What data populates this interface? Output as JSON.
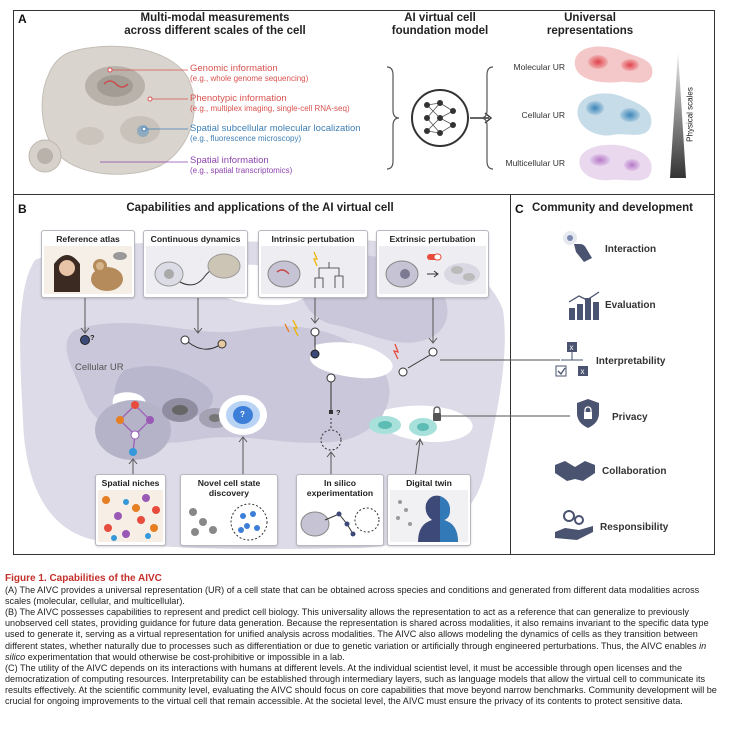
{
  "panelA": {
    "letter": "A",
    "title_line1": "Multi-modal measurements",
    "title_line2": "across different scales of the cell",
    "model_title_line1": "AI virtual cell",
    "model_title_line2": "foundation model",
    "ur_title_line1": "Universal",
    "ur_title_line2": "representations",
    "info": [
      {
        "title": "Genomic information",
        "sub": "(e.g., whole genome sequencing)",
        "color": "#d9534f"
      },
      {
        "title": "Phenotypic information",
        "sub": "(e.g., multiplex imaging, single-cell RNA-seq)",
        "color": "#d9534f"
      },
      {
        "title": "Spatial subcellular molecular localization",
        "sub": "(e.g., fluorescence microscopy)",
        "color": "#3f7fb5"
      },
      {
        "title": "Spatial information",
        "sub": "(e.g., spatial transcriptomics)",
        "color": "#8e44ad"
      }
    ],
    "urs": [
      "Molecular UR",
      "Cellular UR",
      "Multicellular UR"
    ],
    "scale_label": "Physical scales"
  },
  "panelB": {
    "letter": "B",
    "title": "Capabilities and applications of the AI virtual cell",
    "center_label": "Cellular UR",
    "top_cards": [
      "Reference atlas",
      "Continuous dynamics",
      "Intrinsic pertubation",
      "Extrinsic pertubation"
    ],
    "bottom_cards": [
      {
        "line1": "Spatial niches",
        "line2": ""
      },
      {
        "line1": "Novel cell state",
        "line2": "discovery"
      },
      {
        "line1": "In silico",
        "line2": "experimentation"
      },
      {
        "line1": "Digital twin",
        "line2": ""
      }
    ],
    "qmark": "?"
  },
  "panelC": {
    "letter": "C",
    "title": "Community and development",
    "items": [
      "Interaction",
      "Evaluation",
      "Interpretability",
      "Privacy",
      "Collaboration",
      "Responsibility"
    ]
  },
  "caption": {
    "title": "Figure 1. Capabilities of the AIVC",
    "pA": "(A) The AIVC provides a universal representation (UR) of a cell state that can be obtained across species and conditions and generated from different data modalities across scales (molecular, cellular, and multicellular).",
    "pB_1": "(B) The AIVC possesses capabilities to represent and predict cell biology. This universality allows the representation to act as a reference that can generalize to previously unobserved cell states, providing guidance for future data generation. Because the representation is shared across modalities, it also remains invariant to the specific data type used to generate it, serving as a virtual representation for unified analysis across modalities. The AIVC also allows modeling the dynamics of cells as they transition between different states, whether naturally due to processes such as differentiation or due to genetic variation or artificially through engineered perturbations. Thus, the AIVC enables ",
    "pB_em": "in silico",
    "pB_2": " experimentation that would otherwise be cost-prohibitive or impossible in a lab.",
    "pC": "(C) The utility of the AIVC depends on its interactions with humans at different levels. At the individual scientist level, it must be accessible through open licenses and the democratization of computing resources. Interpretability can be established through intermediary layers, such as language models that allow the virtual cell to communicate its results effectively. At the scientific community level, evaluating the AIVC should focus on core capabilities that move beyond narrow benchmarks. Community development will be crucial for ongoing improvements to the virtual cell that remain accessible. At the societal level, the AIVC must ensure the privacy of its contents to protect sensitive data."
  }
}
